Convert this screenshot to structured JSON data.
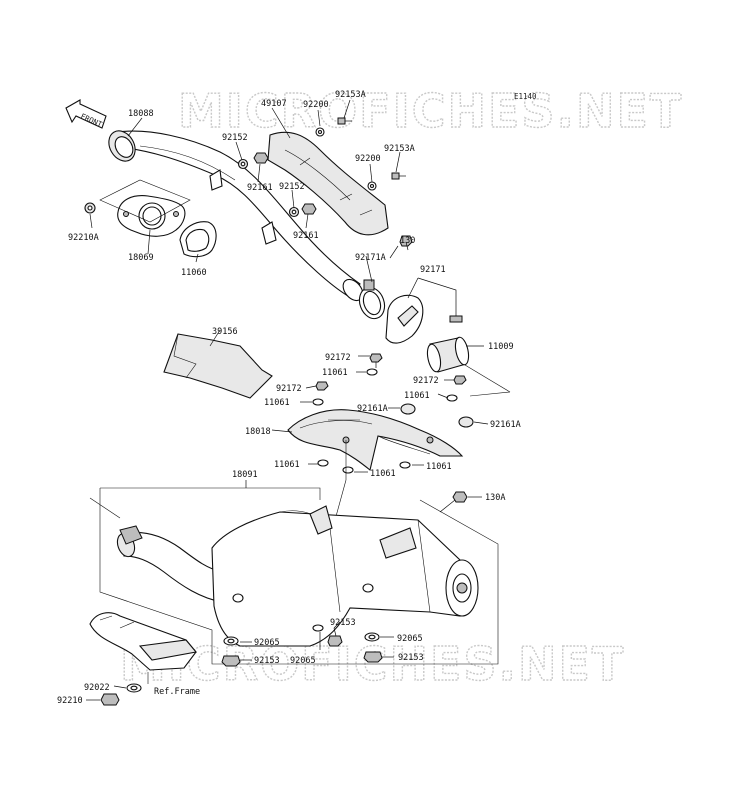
{
  "diagram": {
    "code": "E1140",
    "watermark_top": "MICROFICHES.NET",
    "watermark_bottom": "MICROFICHES.NET",
    "front_arrow_text": "FRONT",
    "ref_frame": "Ref.Frame",
    "labels": {
      "p18088": "18088",
      "p49107": "49107",
      "p92200a": "92200",
      "p92153Aa": "92153A",
      "p92152a": "92152",
      "p92161a": "92161",
      "p92152b": "92152",
      "p92200b": "92200",
      "p92153Ab": "92153A",
      "p92161b": "92161",
      "p92210A": "92210A",
      "p18069": "18069",
      "p11060": "11060",
      "p130": "130",
      "p92171A": "92171A",
      "p92171": "92171",
      "p11009": "11009",
      "p39156": "39156",
      "p92172a": "92172",
      "p11061a": "11061",
      "p92172b": "92172",
      "p92172c": "92172",
      "p11061b": "11061",
      "p92161Aa": "92161A",
      "p11061c": "11061",
      "p92161Ab": "92161A",
      "p18018": "18018",
      "p11061d": "11061",
      "p11061e": "11061",
      "p11061f": "11061",
      "p18091": "18091",
      "p130A": "130A",
      "p92065a": "92065",
      "p92153a": "92153",
      "p92153b": "92153",
      "p92065b": "92065",
      "p92065c": "92065",
      "p92153c": "92153",
      "p92022": "92022",
      "p92210": "92210"
    }
  }
}
